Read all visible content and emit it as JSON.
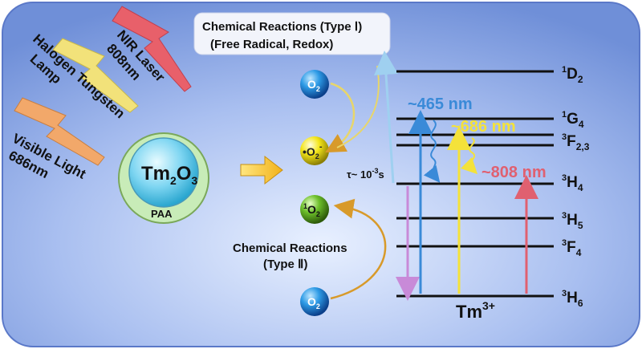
{
  "sources": {
    "nir": {
      "line1": "NIR Laser",
      "line2": "808nm",
      "color": "#e8606a"
    },
    "halogen": {
      "line1": "Halogen Tungsten",
      "line2": "Lamp",
      "color": "#f2e27a"
    },
    "visible": {
      "line1": "Visible Light",
      "line2": "686nm",
      "color": "#f2a86a"
    }
  },
  "particle": {
    "core": "Tm",
    "core_sub": "2",
    "core_rest": "O",
    "core_sub2": "3",
    "shell_label": "PAA"
  },
  "type1": {
    "line1": "Chemical Reactions (Type Ⅰ)",
    "line2": "(Free Radical, Redox)"
  },
  "type2": {
    "line1": "Chemical Reactions",
    "line2": "(Type Ⅱ)"
  },
  "species": {
    "o2_top": {
      "main": "O",
      "sub": "2",
      "color": "#1e88d8"
    },
    "superoxide": {
      "pre": "•O",
      "sub": "2",
      "sup": "-",
      "color": "#f4e61a"
    },
    "singlet": {
      "pre_sup": "1",
      "main": "O",
      "sub": "2",
      "color": "#6cbf2a"
    },
    "o2_bottom": {
      "main": "O",
      "sub": "2",
      "color": "#1e88d8"
    }
  },
  "lifetime": {
    "pre": "τ~ 10",
    "sup": "-3",
    "post": "s"
  },
  "levels": [
    {
      "main": "D",
      "sup": "1",
      "sub": "2"
    },
    {
      "main": "G",
      "sup": "1",
      "sub": "4"
    },
    {
      "main": "F",
      "sup": "3",
      "sub": "2,3"
    },
    {
      "main": "H",
      "sup": "3",
      "sub": "4"
    },
    {
      "main": "H",
      "sup": "3",
      "sub": "5"
    },
    {
      "main": "F",
      "sup": "3",
      "sub": "4"
    },
    {
      "main": "H",
      "sup": "3",
      "sub": "6"
    }
  ],
  "ion": {
    "main": "Tm",
    "sup": "3+"
  },
  "transitions": {
    "t465": {
      "label": "~465 nm",
      "color": "#3a8ad8"
    },
    "t686": {
      "label": "~686 nm",
      "color": "#f4e23a"
    },
    "t808": {
      "label": "~808 nm",
      "color": "#e06070"
    }
  }
}
